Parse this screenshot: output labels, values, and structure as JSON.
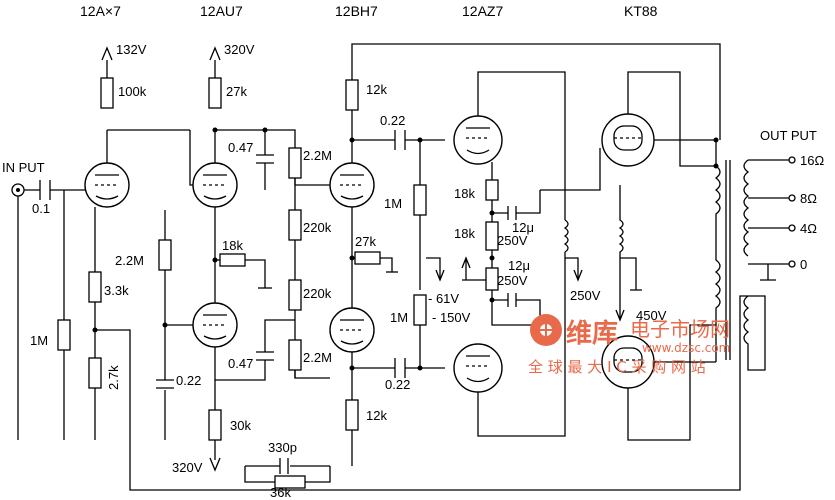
{
  "tube_headers": [
    "12A×7",
    "12AU7",
    "12BH7",
    "12AZ7",
    "KT88"
  ],
  "input_label": "IN PUT",
  "output_label": "OUT PUT",
  "output_taps": [
    "16Ω",
    "8Ω",
    "4Ω",
    "0"
  ],
  "supply_labels": {
    "v132": "132V",
    "v320_top": "320V",
    "v320_bottom": "320V",
    "v250_a": "250V",
    "v250_b": "250V",
    "v250_c": "250V",
    "v61": "- 61V",
    "v150": "- 150V",
    "v450": "450V"
  },
  "components": {
    "c_in": "0.1",
    "r_100k": "100k",
    "r_27k_top": "27k",
    "r_12k_top": "12k",
    "c_047_top": "0.47",
    "r_22m_top": "2.2M",
    "c_022_top": "0.22",
    "r_1m_mid": "1M",
    "r_18k_a": "18k",
    "r_18k_b": "18k",
    "c_12u_a": "12μ",
    "c_12u_b": "12μ",
    "r_22m_left": "2.2M",
    "r_33k": "3.3k",
    "r_1m_left": "1M",
    "r_27k_low": "2.7k",
    "r_18k_mid": "18k",
    "r_220k_a": "220k",
    "r_220k_b": "220k",
    "r_27k_mid": "27k",
    "r_1m_low": "1M",
    "c_047_bot": "0.47",
    "r_22m_bot": "2.2M",
    "c_022_left": "0.22",
    "c_022_bot": "0.22",
    "r_30k": "30k",
    "r_12k_bot": "12k",
    "c_330p": "330p",
    "r_36k": "36k"
  },
  "watermark": {
    "brand": "维库",
    "title": "电子市场网",
    "url": "www.dzsc.com",
    "slogan": "全 球 最 大 I C 采 购 网 站"
  }
}
